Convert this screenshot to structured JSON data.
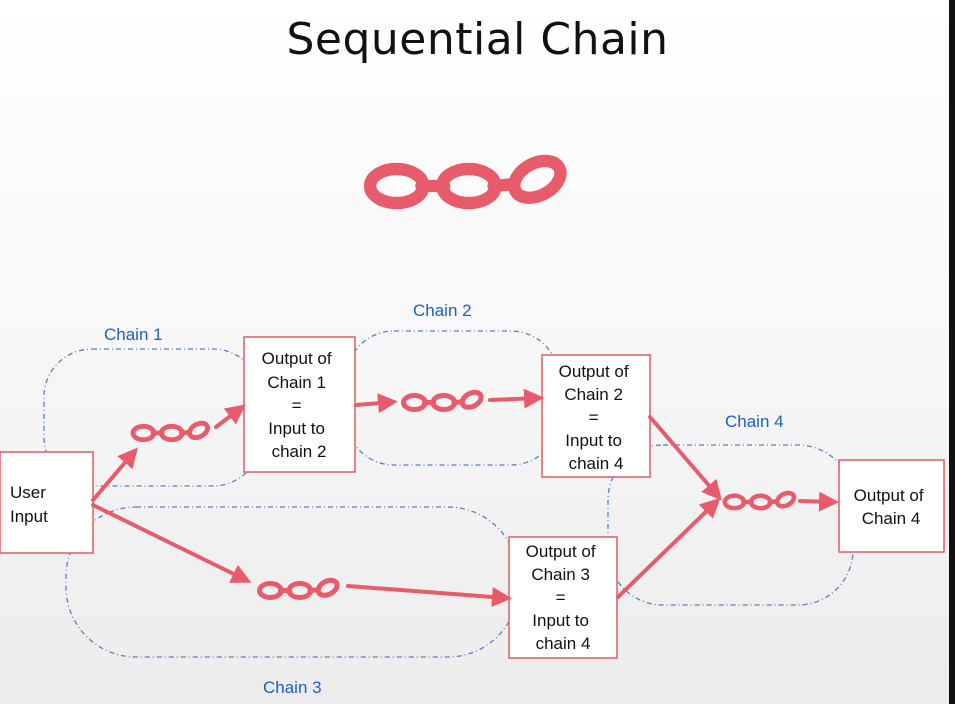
{
  "title": "Sequential Chain",
  "colors": {
    "accent": "#e85b6a",
    "box_border": "#e05a66",
    "group_outline": "#5b7fbf",
    "label_blue": "#1f5fbf"
  },
  "icons": [
    "chain-link-icon"
  ],
  "chain_labels": {
    "chain1": "Chain 1",
    "chain2": "Chain 2",
    "chain3": "Chain 3",
    "chain4": "Chain 4"
  },
  "boxes": {
    "user_input": [
      "User",
      "Input"
    ],
    "output_chain1": [
      "Output of",
      "Chain 1",
      "=",
      "Input to",
      "chain 2"
    ],
    "output_chain2": [
      "Output of",
      "Chain 2",
      "=",
      "Input to",
      "chain 4"
    ],
    "output_chain3": [
      "Output of",
      "Chain 3",
      "=",
      "Input to",
      "chain 4"
    ],
    "output_chain4": [
      "Output of",
      "Chain 4"
    ]
  }
}
